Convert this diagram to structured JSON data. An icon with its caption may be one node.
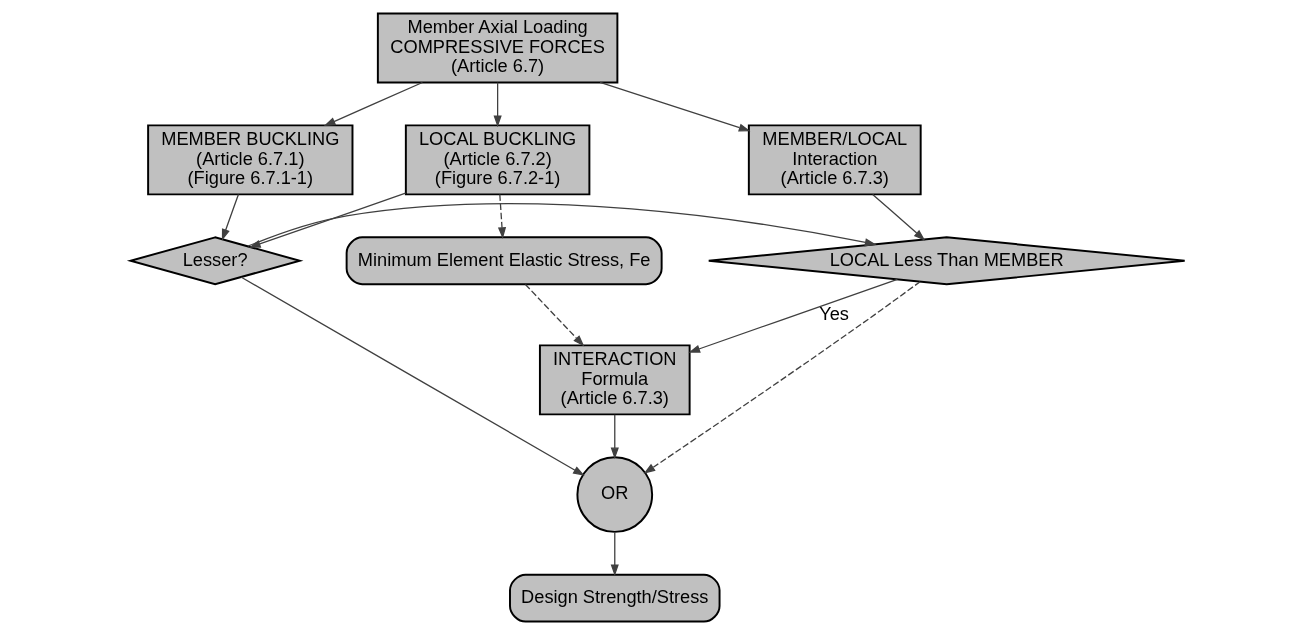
{
  "diagram": {
    "nodes": [
      {
        "text": [
          "Member Axial Loading",
          "COMPRESSIVE FORCES",
          "(Article 6.7)"
        ]
      },
      {
        "text": [
          "MEMBER BUCKLING",
          "(Article 6.7.1)",
          "(Figure 6.7.1-1)"
        ]
      },
      {
        "text": [
          "LOCAL BUCKLING",
          "(Article 6.7.2)",
          "(Figure 6.7.2-1)"
        ]
      },
      {
        "text": [
          "MEMBER/LOCAL",
          "Interaction",
          "(Article 6.7.3)"
        ]
      },
      {
        "text": [
          "Minimum Element Elastic Stress, Fe"
        ]
      },
      {
        "text": [
          "Lesser?"
        ]
      },
      {
        "text": [
          "LOCAL Less Than MEMBER"
        ]
      },
      {
        "text": [
          "INTERACTION",
          "Formula",
          "(Article 6.7.3)"
        ]
      },
      {
        "text": [
          "OR"
        ]
      },
      {
        "text": [
          "Design Strength/Stress"
        ]
      }
    ],
    "edges": [
      {
        "from": 0,
        "to": 1,
        "arrow": "to"
      },
      {
        "from": 0,
        "to": 2,
        "arrow": "to"
      },
      {
        "from": 0,
        "to": 3,
        "arrow": "to"
      },
      {
        "from": 2,
        "to": 4,
        "arrow": "to",
        "style": "dashed"
      },
      {
        "from": 1,
        "to": 5,
        "arrow": "to"
      },
      {
        "from": 2,
        "to": 5,
        "arrow": "to"
      },
      {
        "from": 3,
        "to": 6,
        "arrow": "to"
      },
      {
        "from": 5,
        "to": 6,
        "arrow": "to"
      },
      {
        "from": 4,
        "to": 7,
        "arrow": "to",
        "style": "dashed"
      },
      {
        "from": 6,
        "to": 7,
        "arrow": "to",
        "label": "Yes"
      },
      {
        "from": 6,
        "to": 8,
        "arrow": "to",
        "style": "dashed"
      },
      {
        "from": 5,
        "to": 8,
        "arrow": "to"
      },
      {
        "from": 7,
        "to": 8,
        "arrow": "to"
      },
      {
        "from": 8,
        "to": 9,
        "arrow": "to"
      }
    ]
  }
}
